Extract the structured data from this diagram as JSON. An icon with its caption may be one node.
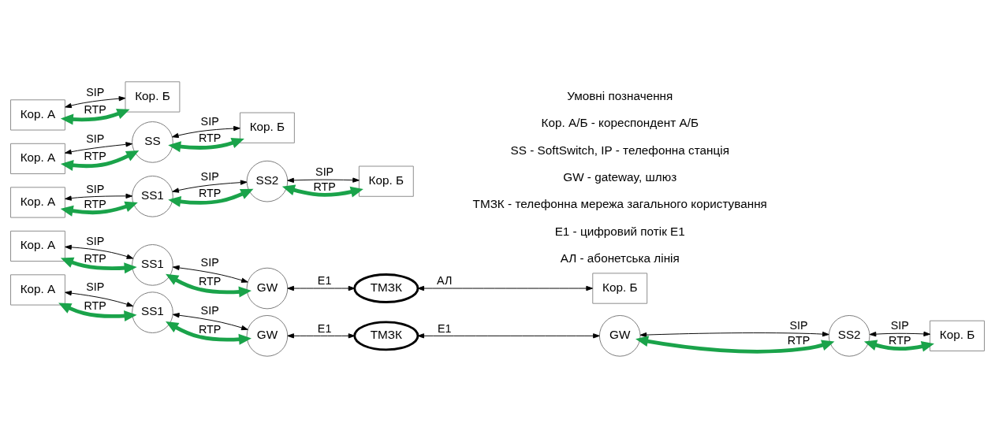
{
  "diagram": {
    "nodes": [
      {
        "text": [
          "Кор. А"
        ]
      },
      {
        "text": [
          "Кор. Б"
        ]
      },
      {
        "text": [
          "Кор. А"
        ]
      },
      {
        "text": [
          "SS"
        ]
      },
      {
        "text": [
          "Кор. Б"
        ]
      },
      {
        "text": [
          "Кор. А"
        ]
      },
      {
        "text": [
          "SS1"
        ]
      },
      {
        "text": [
          "SS2"
        ]
      },
      {
        "text": [
          "Кор. Б"
        ]
      },
      {
        "text": [
          "Кор. А"
        ]
      },
      {
        "text": [
          "SS1"
        ]
      },
      {
        "text": [
          "GW"
        ]
      },
      {
        "text": [
          "ТМЗК"
        ]
      },
      {
        "text": [
          "Кор. Б"
        ]
      },
      {
        "text": [
          "Кор. А"
        ]
      },
      {
        "text": [
          "SS1"
        ]
      },
      {
        "text": [
          "GW"
        ]
      },
      {
        "text": [
          "ТМЗК"
        ]
      },
      {
        "text": [
          "GW"
        ]
      },
      {
        "text": [
          "SS2"
        ]
      },
      {
        "text": [
          "Кор. Б"
        ]
      }
    ],
    "edges": [
      {
        "from": 0,
        "to": 1,
        "arrow": "both",
        "label": "SIP"
      },
      {
        "from": 0,
        "to": 1,
        "arrow": "both",
        "label": "RTP",
        "style": "thick",
        "color": "#1aa34a"
      },
      {
        "from": 2,
        "to": 3,
        "arrow": "both",
        "label": "SIP"
      },
      {
        "from": 2,
        "to": 3,
        "arrow": "both",
        "label": "RTP",
        "style": "thick",
        "color": "#1aa34a"
      },
      {
        "from": 3,
        "to": 4,
        "arrow": "both",
        "label": "SIP"
      },
      {
        "from": 3,
        "to": 4,
        "arrow": "both",
        "label": "RTP",
        "style": "thick",
        "color": "#1aa34a"
      },
      {
        "from": 5,
        "to": 6,
        "arrow": "both",
        "label": "SIP"
      },
      {
        "from": 5,
        "to": 6,
        "arrow": "both",
        "label": "RTP",
        "style": "thick",
        "color": "#1aa34a"
      },
      {
        "from": 6,
        "to": 7,
        "arrow": "both",
        "label": "SIP"
      },
      {
        "from": 6,
        "to": 7,
        "arrow": "both",
        "label": "RTP",
        "style": "thick",
        "color": "#1aa34a"
      },
      {
        "from": 7,
        "to": 8,
        "arrow": "both",
        "label": "SIP"
      },
      {
        "from": 7,
        "to": 8,
        "arrow": "both",
        "label": "RTP",
        "style": "thick",
        "color": "#1aa34a"
      },
      {
        "from": 9,
        "to": 10,
        "arrow": "both",
        "label": "SIP"
      },
      {
        "from": 9,
        "to": 10,
        "arrow": "both",
        "label": "RTP",
        "style": "thick",
        "color": "#1aa34a"
      },
      {
        "from": 10,
        "to": 11,
        "arrow": "both",
        "label": "SIP"
      },
      {
        "from": 10,
        "to": 11,
        "arrow": "both",
        "label": "RTP",
        "style": "thick",
        "color": "#1aa34a"
      },
      {
        "from": 11,
        "to": 12,
        "arrow": "both",
        "label": "E1"
      },
      {
        "from": 12,
        "to": 13,
        "arrow": "both",
        "label": "АЛ"
      },
      {
        "from": 14,
        "to": 15,
        "arrow": "both",
        "label": "SIP"
      },
      {
        "from": 14,
        "to": 15,
        "arrow": "both",
        "label": "RTP",
        "style": "thick",
        "color": "#1aa34a"
      },
      {
        "from": 15,
        "to": 16,
        "arrow": "both",
        "label": "SIP"
      },
      {
        "from": 15,
        "to": 16,
        "arrow": "both",
        "label": "RTP",
        "style": "thick",
        "color": "#1aa34a"
      },
      {
        "from": 16,
        "to": 17,
        "arrow": "both",
        "label": "E1"
      },
      {
        "from": 17,
        "to": 18,
        "arrow": "both",
        "label": "E1"
      },
      {
        "from": 18,
        "to": 19,
        "arrow": "both",
        "label": "SIP"
      },
      {
        "from": 18,
        "to": 19,
        "arrow": "both",
        "label": "RTP",
        "style": "thick",
        "color": "#1aa34a"
      },
      {
        "from": 19,
        "to": 20,
        "arrow": "both",
        "label": "SIP"
      },
      {
        "from": 19,
        "to": 20,
        "arrow": "both",
        "label": "RTP",
        "style": "thick",
        "color": "#1aa34a"
      }
    ],
    "labels": [
      "Умовні позначення",
      "Кор. А/Б - кореспондент А/Б",
      "SS - SoftSwitch, IP - телефонна станція",
      "GW - gateway, шлюз",
      "ТМЗК - телефонна мережа загального користування",
      "Е1 - цифровий потік Е1",
      "АЛ - абонетська лінія"
    ]
  }
}
